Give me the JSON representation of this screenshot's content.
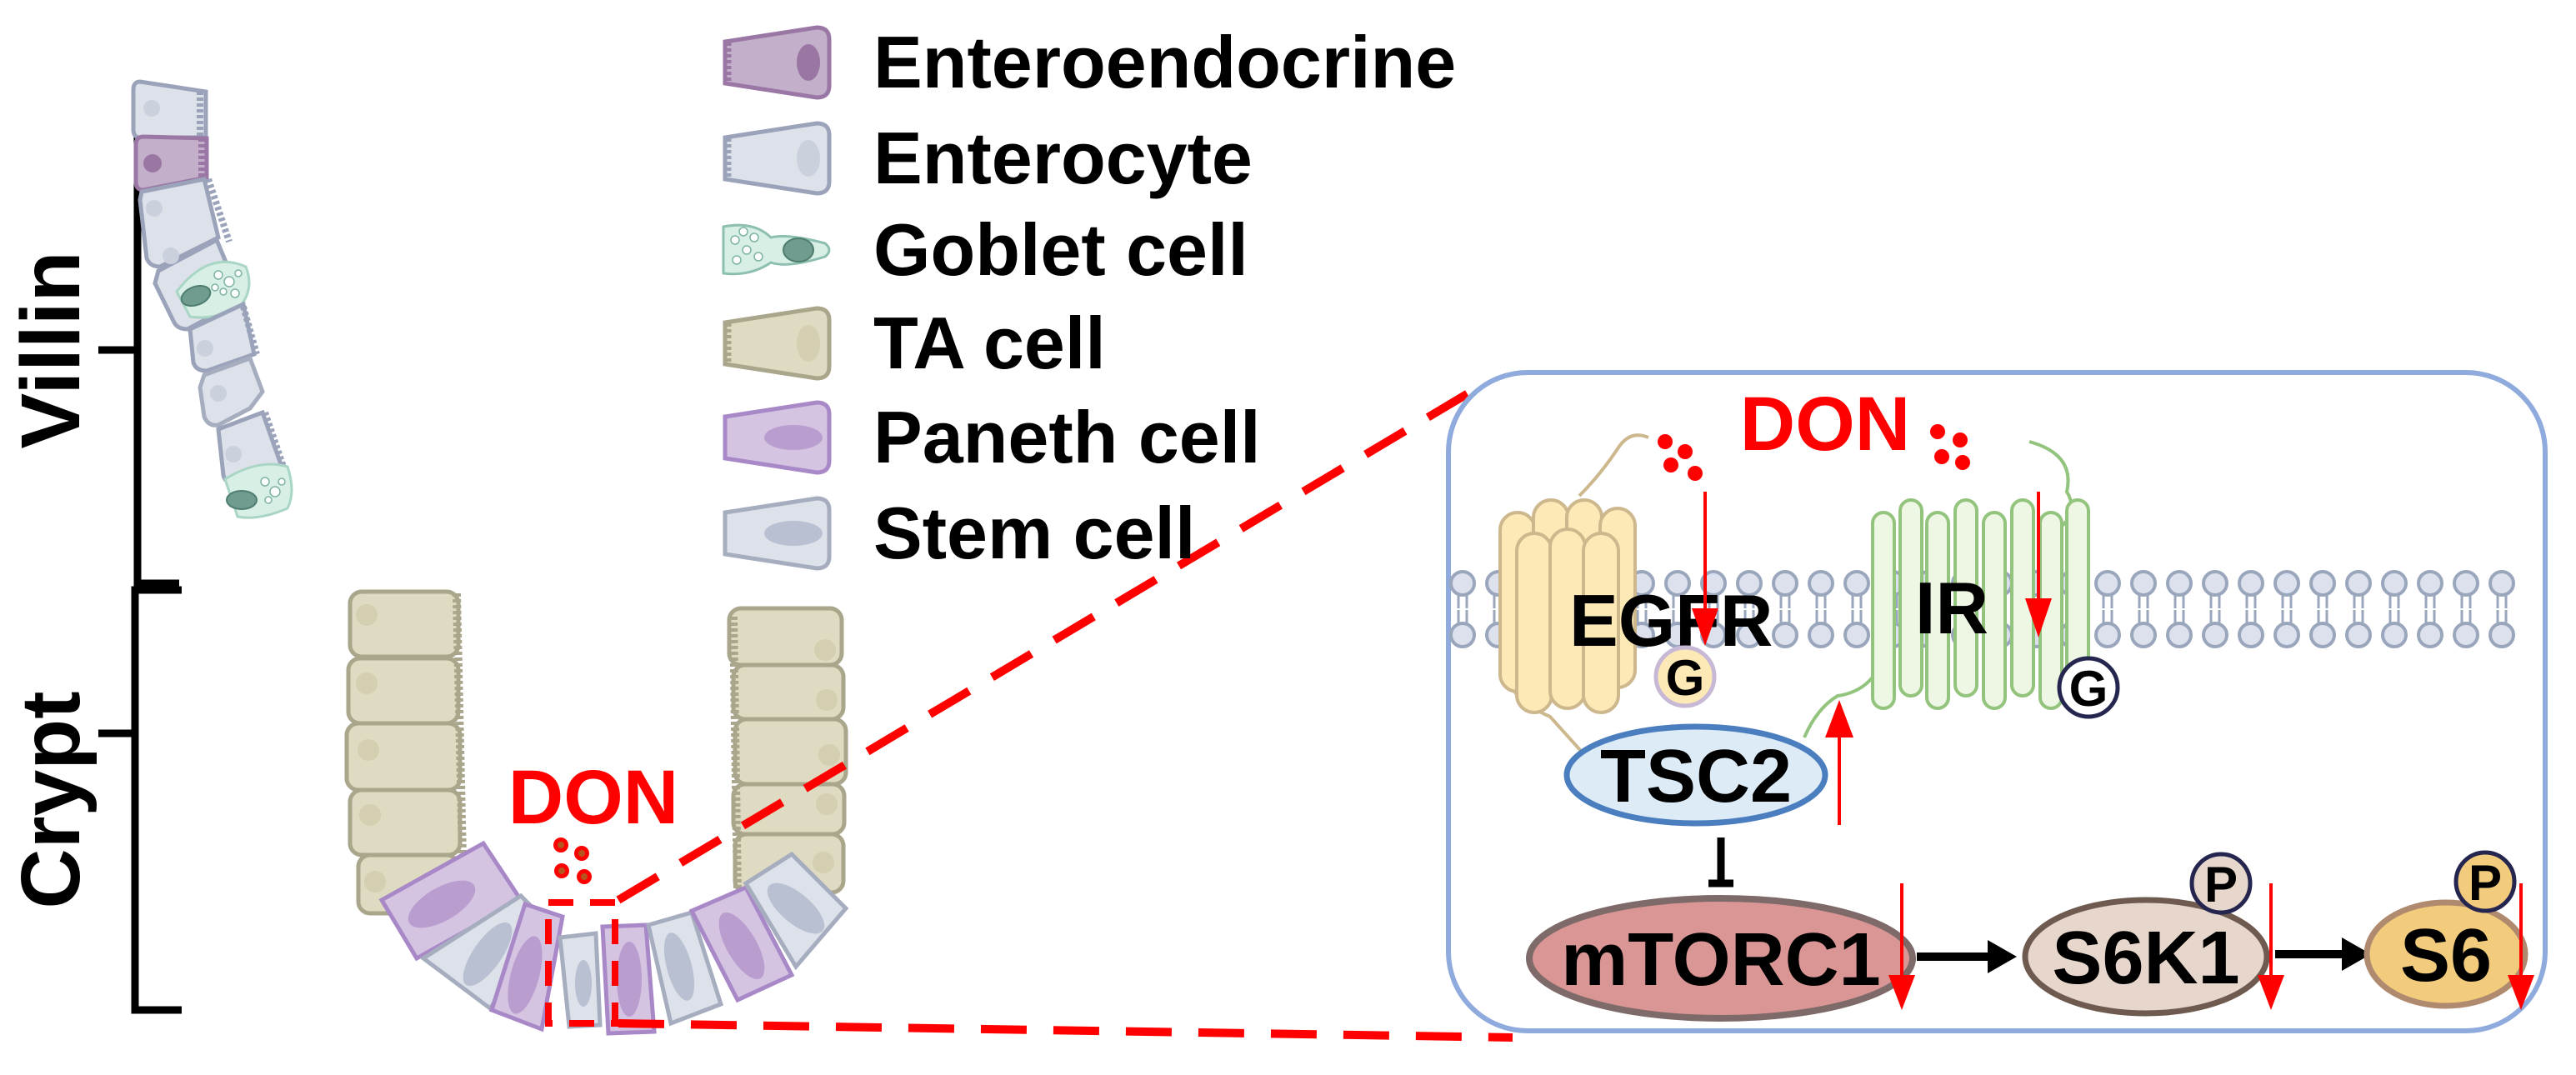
{
  "regions": {
    "villin_label": "Villin",
    "crypt_label": "Crypt"
  },
  "legend": {
    "items": [
      {
        "label": "Enteroendocrine",
        "icon": "enteroendocrine-cell-icon",
        "fill": "#c3afc9",
        "stroke": "#9b77a6",
        "nucleus": "#9a76a3"
      },
      {
        "label": "Enterocyte",
        "icon": "enterocyte-cell-icon",
        "fill": "#dde1ea",
        "stroke": "#9aa3ba",
        "nucleus": "#cbd0dd"
      },
      {
        "label": "Goblet cell",
        "icon": "goblet-cell-icon",
        "fill": "#d8efe6",
        "stroke": "#8cbfb0",
        "nucleus": "#6f9c8e"
      },
      {
        "label": "TA cell",
        "icon": "ta-cell-icon",
        "fill": "#dedbc2",
        "stroke": "#a9a68c",
        "nucleus": "#d3cfb0"
      },
      {
        "label": "Paneth cell",
        "icon": "paneth-cell-icon",
        "fill": "#d4c4e2",
        "stroke": "#a888c7",
        "nucleus": "#b99dcf"
      },
      {
        "label": "Stem cell",
        "icon": "stem-cell-icon",
        "fill": "#dde1ea",
        "stroke": "#a6adbf",
        "nucleus": "#b9c0d1"
      }
    ]
  },
  "crypt": {
    "treatment_label": "DON"
  },
  "pathway": {
    "treatment_label": "DON",
    "receptors": [
      {
        "label": "EGFR",
        "glycan_badge": "G",
        "effect": "down"
      },
      {
        "label": "IR",
        "glycan_badge": "G",
        "effect": "down"
      }
    ],
    "nodes": [
      {
        "label": "TSC2",
        "fill": "#ddebf7",
        "stroke": "#4a7ebf",
        "effect": "up"
      },
      {
        "label": "mTORC1",
        "fill": "#d99694",
        "stroke": "#7f6a6a",
        "effect": "down"
      },
      {
        "label": "S6K1",
        "fill": "#e6d6cb",
        "stroke": "#6e5a4e",
        "phospho_badge": "P",
        "effect": "down"
      },
      {
        "label": "S6",
        "fill": "#f2cc7c",
        "stroke": "#b08a6e",
        "phospho_badge": "P",
        "effect": "down"
      }
    ],
    "edges": [
      {
        "from": "TSC2",
        "to": "mTORC1",
        "type": "inhibits"
      },
      {
        "from": "mTORC1",
        "to": "S6K1",
        "type": "activates"
      },
      {
        "from": "S6K1",
        "to": "S6",
        "type": "activates"
      }
    ]
  },
  "colors": {
    "treatment": "#ff0000",
    "panel_border": "#8faadc",
    "membrane_head_fill": "#dde1ee",
    "membrane_stroke": "#9aa6bc",
    "egfr_fill": "#fde9b5",
    "egfr_stroke": "#cdb88e",
    "ir_fill": "#eef6e4",
    "ir_stroke": "#93c47d"
  }
}
